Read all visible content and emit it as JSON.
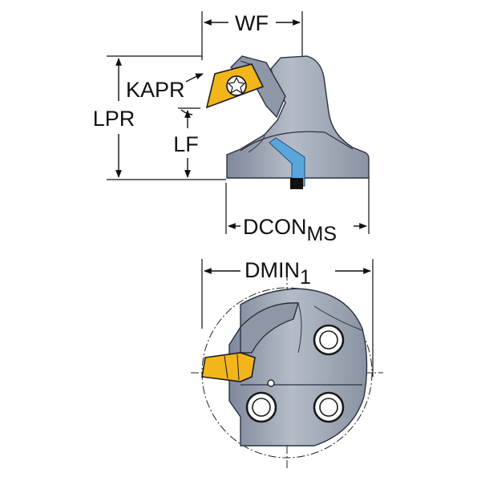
{
  "labels": {
    "wf": "WF",
    "kapr": "KAPR",
    "lpr": "LPR",
    "lf": "LF",
    "dcon": "DCON",
    "dcon_sub": "MS",
    "dmin": "DMIN",
    "dmin_sub": "1"
  },
  "colors": {
    "body": "#a9b1bf",
    "body_shadow": "#7d8798",
    "insert": "#f2b61b",
    "coolant": "#5aa6da",
    "lines": "#111111"
  },
  "icons": {
    "screw": "torx-screw-icon",
    "holes": "mounting-hole-icon"
  }
}
